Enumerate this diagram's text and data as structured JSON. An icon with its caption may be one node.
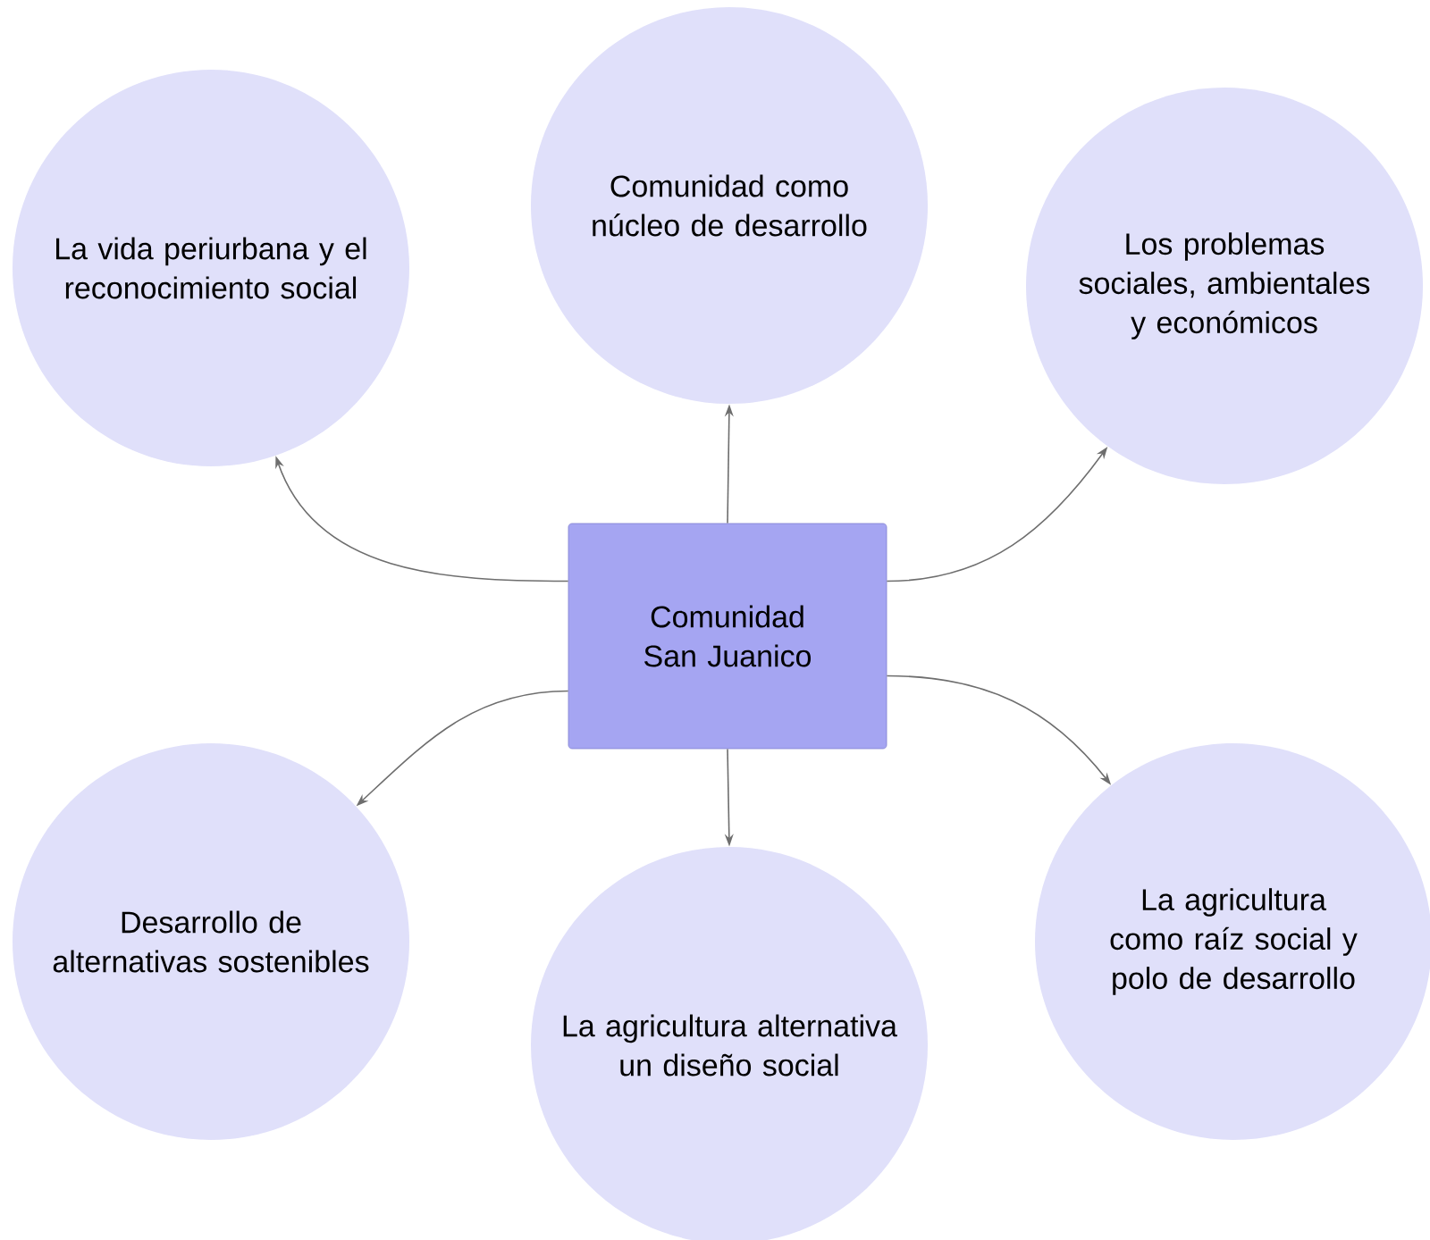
{
  "diagram": {
    "nodes": [
      {
        "text": [
          "La vida periurbana y el reconocimiento social"
        ]
      },
      {
        "text": [
          "Comunidad como núcleo de desarrollo"
        ]
      },
      {
        "text": [
          "Los problemas sociales, ambientales y económicos"
        ]
      },
      {
        "text": [
          "Comunidad San Juanico"
        ]
      },
      {
        "text": [
          "Desarrollo de alternativas sostenibles"
        ]
      },
      {
        "text": [
          "La agricultura alternativa un diseño social"
        ]
      },
      {
        "text": [
          "La agricultura como raíz social y polo de desarrollo"
        ]
      }
    ],
    "edges": [
      {
        "from": 3,
        "to": 0,
        "arrow": "to"
      },
      {
        "from": 3,
        "to": 1,
        "arrow": "to"
      },
      {
        "from": 3,
        "to": 2,
        "arrow": "to"
      },
      {
        "from": 3,
        "to": 4,
        "arrow": "to"
      },
      {
        "from": 3,
        "to": 5,
        "arrow": "to"
      },
      {
        "from": 3,
        "to": 6,
        "arrow": "to"
      }
    ]
  }
}
